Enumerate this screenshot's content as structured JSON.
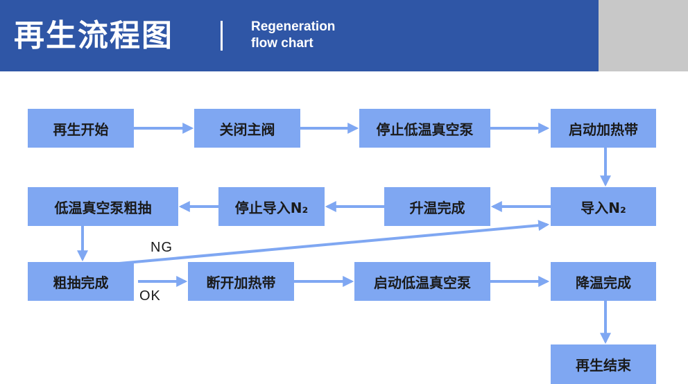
{
  "header": {
    "title": "再生流程图",
    "subtitle_line1": "Regeneration",
    "subtitle_line2": "flow chart"
  },
  "nodes": {
    "start": "再生开始",
    "close_valve": "关闭主阀",
    "stop_pump": "停止低温真空泵",
    "start_heater": "启动加热带",
    "import_n2": "导入N₂",
    "heat_done": "升温完成",
    "stop_n2": "停止导入N₂",
    "rough_pump": "低温真空泵粗抽",
    "rough_done": "粗抽完成",
    "stop_heater": "断开加热带",
    "start_pump": "启动低温真空泵",
    "cool_done": "降温完成",
    "end": "再生结束"
  },
  "edge_labels": {
    "ng": "NG",
    "ok": "OK"
  },
  "colors": {
    "header_bg": "#2f56a6",
    "header_side": "#c8c8c8",
    "node_fill": "#7fa7f2",
    "arrow": "#7fa7f2"
  }
}
